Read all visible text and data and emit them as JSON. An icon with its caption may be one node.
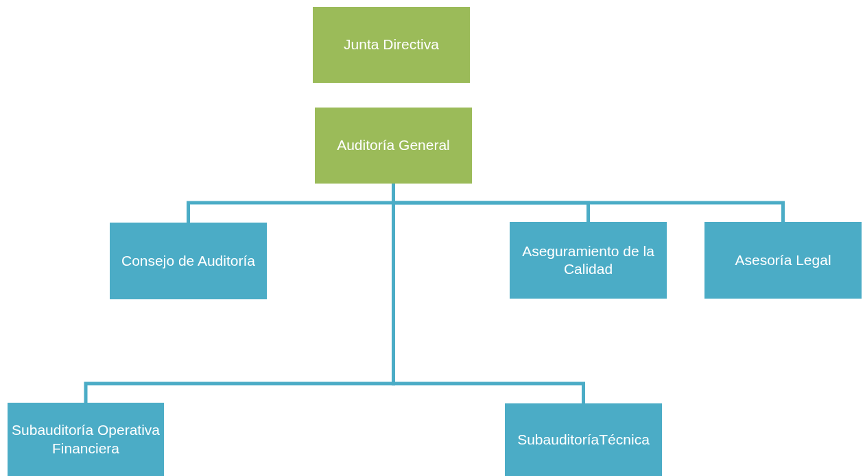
{
  "diagram": {
    "nodes": [
      {
        "text": [
          "Junta Directiva"
        ]
      },
      {
        "text": [
          "Auditoría General"
        ]
      },
      {
        "text": [
          "Consejo de Auditoría"
        ]
      },
      {
        "text": [
          "Aseguramiento de la Calidad"
        ]
      },
      {
        "text": [
          "Asesoría Legal"
        ]
      },
      {
        "text": [
          "Subauditoría Operativa Financiera"
        ]
      },
      {
        "text": [
          "SubauditoríaTécnica"
        ]
      }
    ],
    "edges": [
      {
        "from": 1,
        "to": 2,
        "arrow": "none"
      },
      {
        "from": 1,
        "to": 3,
        "arrow": "none"
      },
      {
        "from": 1,
        "to": 4,
        "arrow": "none"
      },
      {
        "from": 1,
        "to": 5,
        "arrow": "none"
      },
      {
        "from": 1,
        "to": 6,
        "arrow": "none"
      }
    ]
  }
}
